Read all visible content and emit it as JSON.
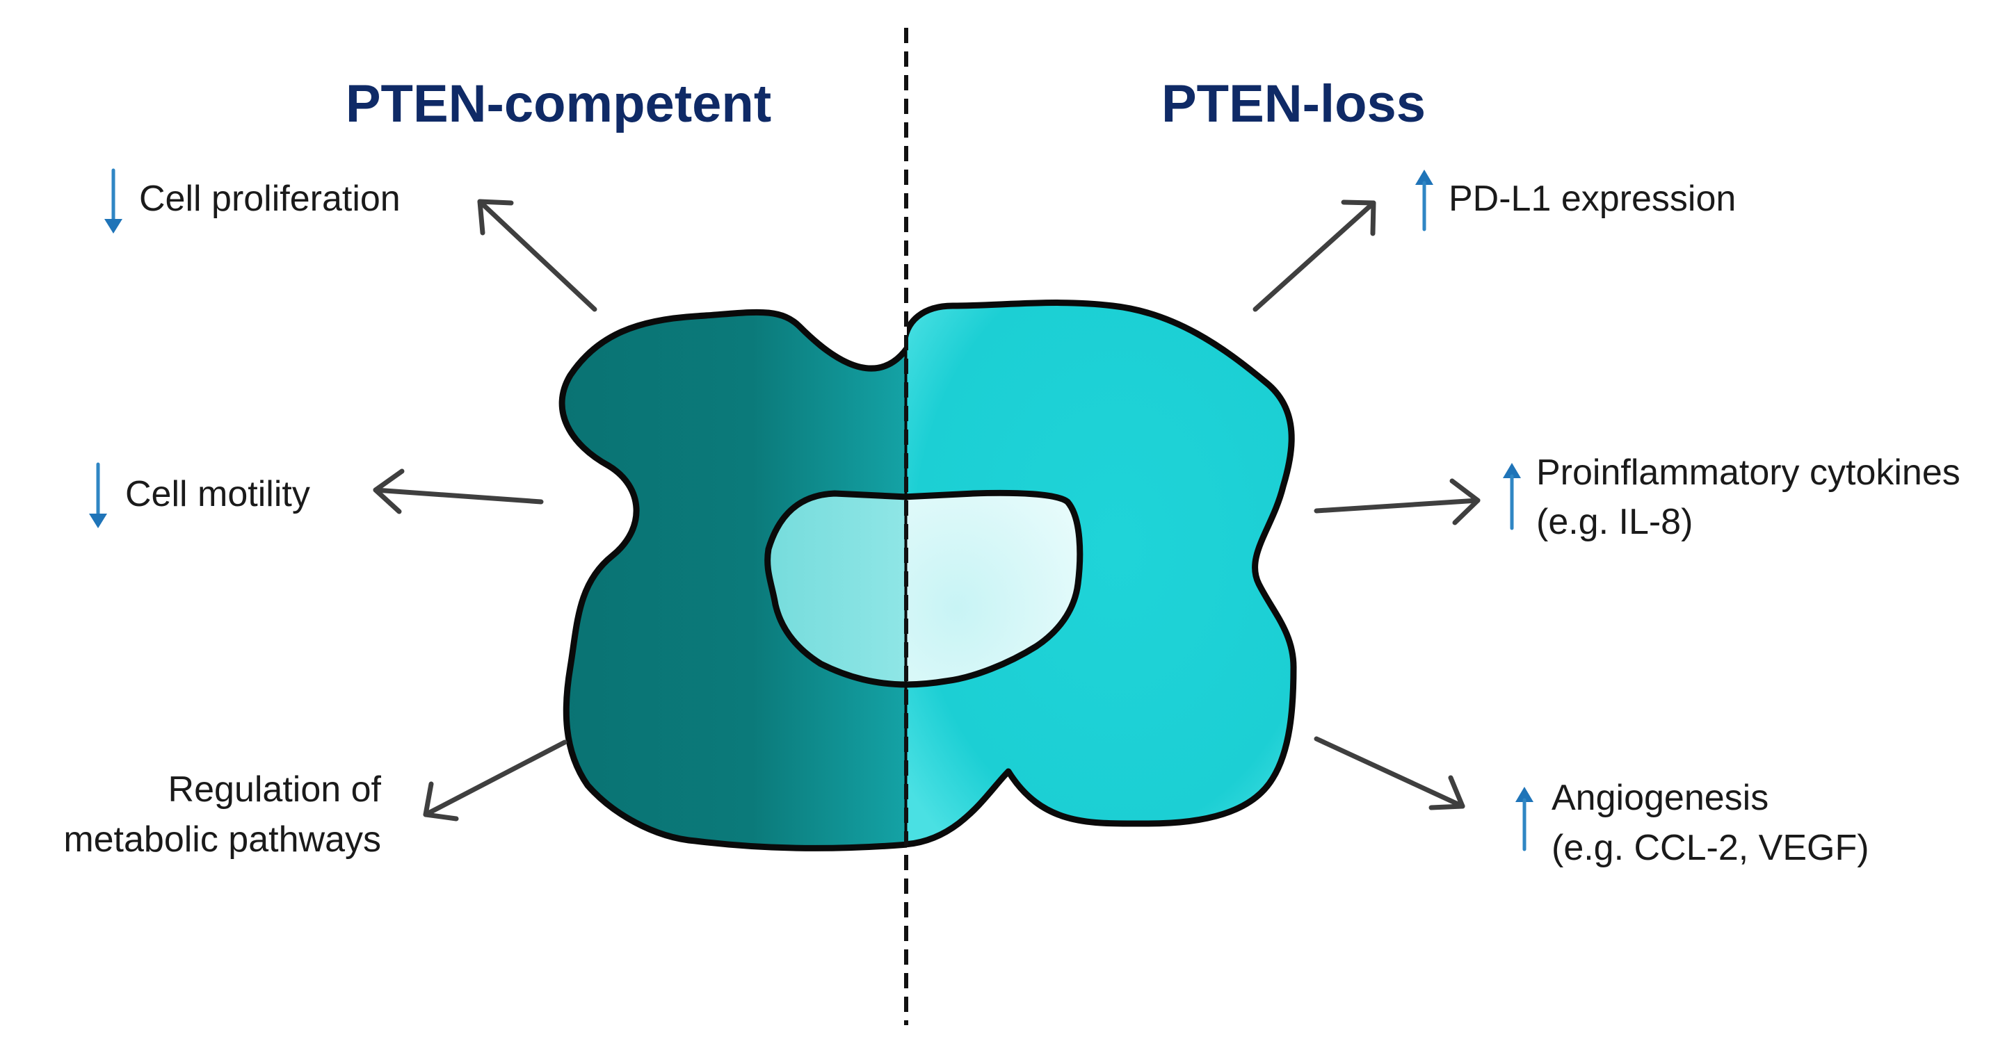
{
  "headings": {
    "left": "PTEN-competent",
    "right": "PTEN-loss"
  },
  "left_effects": [
    {
      "lines": [
        "Cell proliferation"
      ],
      "direction": "down"
    },
    {
      "lines": [
        "Cell motility"
      ],
      "direction": "down"
    },
    {
      "lines": [
        "Regulation of",
        "metabolic pathways"
      ],
      "direction": "none"
    }
  ],
  "right_effects": [
    {
      "lines": [
        "PD-L1 expression"
      ],
      "direction": "up"
    },
    {
      "lines": [
        "Proinflammatory cytokines",
        "(e.g. IL-8)"
      ],
      "direction": "up"
    },
    {
      "lines": [
        "Angiogenesis",
        "(e.g. CCL-2, VEGF)"
      ],
      "direction": "up"
    }
  ],
  "colors": {
    "heading": "#0f2a66",
    "cell_left": "#0b7a7a",
    "cell_right": "#24d4d8",
    "nucleus_left": "#7fe0e0",
    "nucleus_right": "#d9f7f8",
    "indicator_arrow": "#1f74b8"
  },
  "icons": {
    "decrease": "down-arrow-icon",
    "increase": "up-arrow-icon"
  }
}
